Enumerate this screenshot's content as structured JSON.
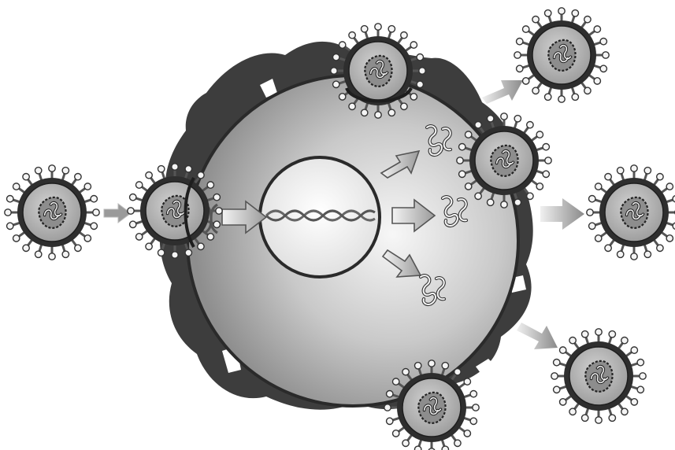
{
  "diagram": {
    "kind": "viral-replication-cycle",
    "colors": {
      "background": "#ffffff",
      "outer_blob": "#3d3d3d",
      "outline": "#2a2a2a",
      "cell_light": "#f6f6f6",
      "cell_dark": "#8d8d8d",
      "nucleus_fill": "#f2f2f2",
      "virus_body": "#bdbdbd",
      "virus_core": "#8a8a8a",
      "spike_stem": "#555555",
      "spike_head": "#f4f4f4",
      "arrow_light": "#e9e9e9",
      "arrow_dark": "#8c8c8c",
      "arrow_outline": "#555555"
    },
    "stages": [
      "free-virion-approaching",
      "attachment-and-entry",
      "uncoating",
      "integration-into-nuclear-dna",
      "viral-rna-synthesis",
      "budding",
      "virion-release"
    ],
    "icons": [
      "virion-icon",
      "dna-helix-icon",
      "rna-strand-icon",
      "arrow-icon"
    ]
  }
}
